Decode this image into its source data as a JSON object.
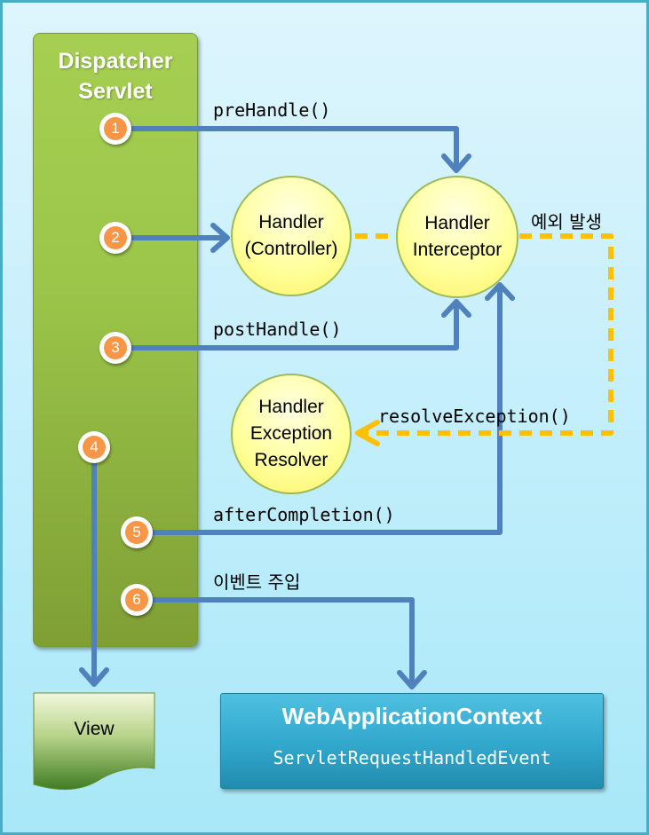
{
  "diagram": {
    "dispatcher_servlet": {
      "line1": "Dispatcher",
      "line2": "Servlet"
    },
    "steps": [
      {
        "number": "1",
        "label": "preHandle()"
      },
      {
        "number": "2",
        "label": ""
      },
      {
        "number": "3",
        "label": "postHandle()"
      },
      {
        "number": "4",
        "label": ""
      },
      {
        "number": "5",
        "label": "afterCompletion()"
      },
      {
        "number": "6",
        "label": "이벤트 주입"
      }
    ],
    "handler": {
      "line1": "Handler",
      "line2": "(Controller)"
    },
    "interceptor": {
      "line1": "Handler",
      "line2": "Interceptor"
    },
    "exception_resolver": {
      "line1": "Handler",
      "line2": "Exception",
      "line3": "Resolver"
    },
    "exception_label": "예외 발생",
    "resolve_label": "resolveException()",
    "view_label": "View",
    "web_app_context": {
      "title": "WebApplicationContext",
      "event": "ServletRequestHandledEvent"
    },
    "colors": {
      "flow_arrow": "#4f81bd",
      "exception_arrow": "#ffc000",
      "badge": "#f79646",
      "servlet_green": "#9bbb59",
      "context_blue": "#31a7cc",
      "node_yellow": "#ffff99"
    }
  }
}
